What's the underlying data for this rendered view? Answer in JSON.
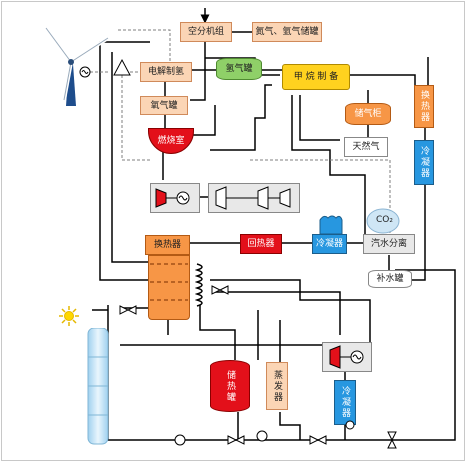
{
  "diagram": {
    "units": {
      "air_separation": "空分机组",
      "nitrogen_argon_storage": "氮气、氩气储罐",
      "electrolysis": "电解制氢",
      "hydrogen_tank": "氢气罐",
      "oxygen_tank": "氧气罐",
      "methane_synthesis": "甲 烷 制 备",
      "gas_holder": "储气柜",
      "natural_gas": "天然气",
      "combustor": "燃烧室",
      "heat_exchanger_main": "换热器",
      "regenerator": "回热器",
      "condenser_mid": "冷凝器",
      "water_separation": "汽水分离",
      "water_makeup_tank": "补水罐",
      "heat_exchanger_right": "换热器",
      "condenser_right": "冷凝器",
      "heat_storage_tank": "储热罐",
      "evaporator": "蒸发器",
      "condenser_bottom": "冷凝器",
      "co2": "CO₂"
    },
    "colors": {
      "peach": "#fbd5b5",
      "green": "#8fd068",
      "yellow": "#ffd21f",
      "orange": "#f79646",
      "red": "#e3101a",
      "blue": "#2797e0",
      "light_blue": "#cfe6f5",
      "gray": "#e8e8e8",
      "line": "#000000",
      "dashed": "#7f7f7f"
    },
    "icons": [
      "wind-turbine-icon",
      "sun-icon",
      "solar-collector-icon",
      "turbine-icon",
      "generator-icon",
      "valve-icon",
      "pump-icon"
    ]
  }
}
